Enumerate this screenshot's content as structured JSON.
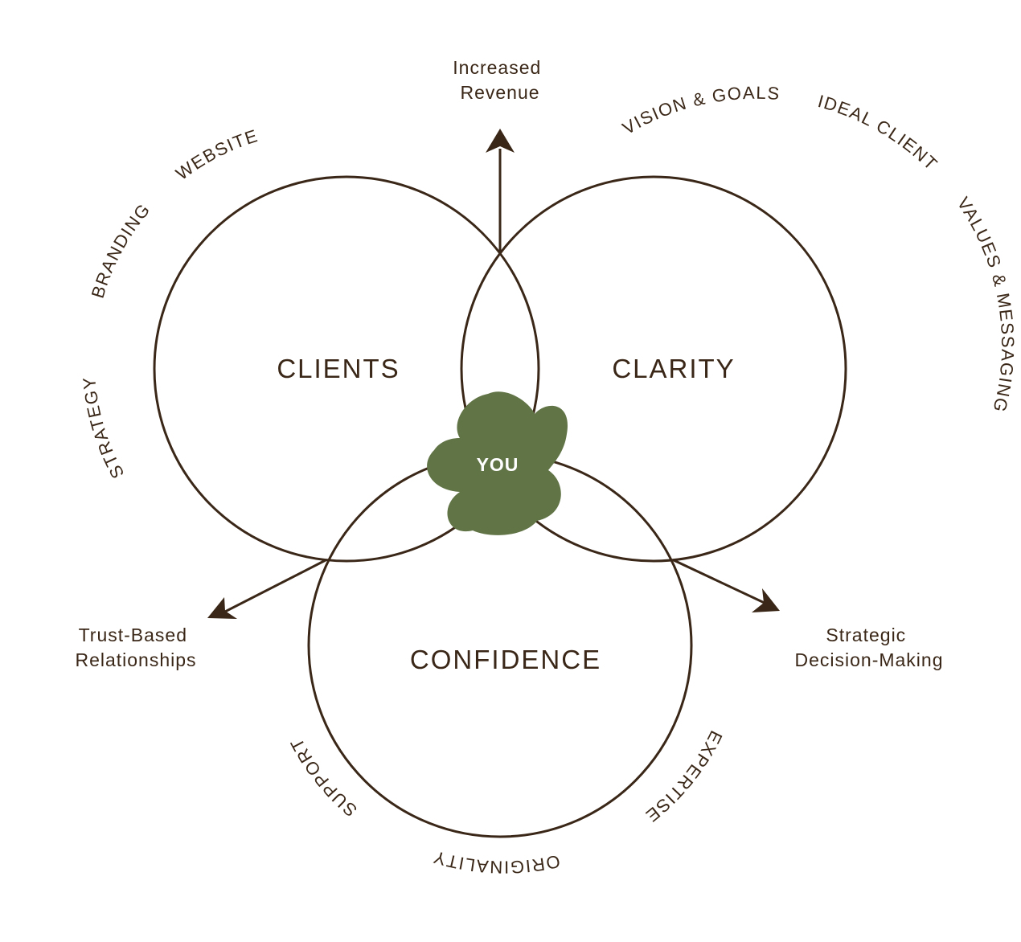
{
  "core": {
    "clients": "CLIENTS",
    "clarity": "CLARITY",
    "confidence": "CONFIDENCE",
    "you": "YOU"
  },
  "outcomes": {
    "top": [
      "Increased",
      "Revenue"
    ],
    "left": [
      "Trust-Based",
      "Relationships"
    ],
    "right": [
      "Strategic",
      "Decision-Making"
    ]
  },
  "ring_labels": {
    "clients": [
      "STRATEGY",
      "BRANDING",
      "WEBSITE"
    ],
    "clarity": [
      "VISION & GOALS",
      "IDEAL CLIENT",
      "VALUES & MESSAGING"
    ],
    "confidence": [
      "EXPERTISE",
      "ORIGINALITY",
      "SUPPORT"
    ]
  },
  "colors": {
    "line": "#3a2717",
    "blob": "#617446",
    "background": "#ffffff"
  }
}
